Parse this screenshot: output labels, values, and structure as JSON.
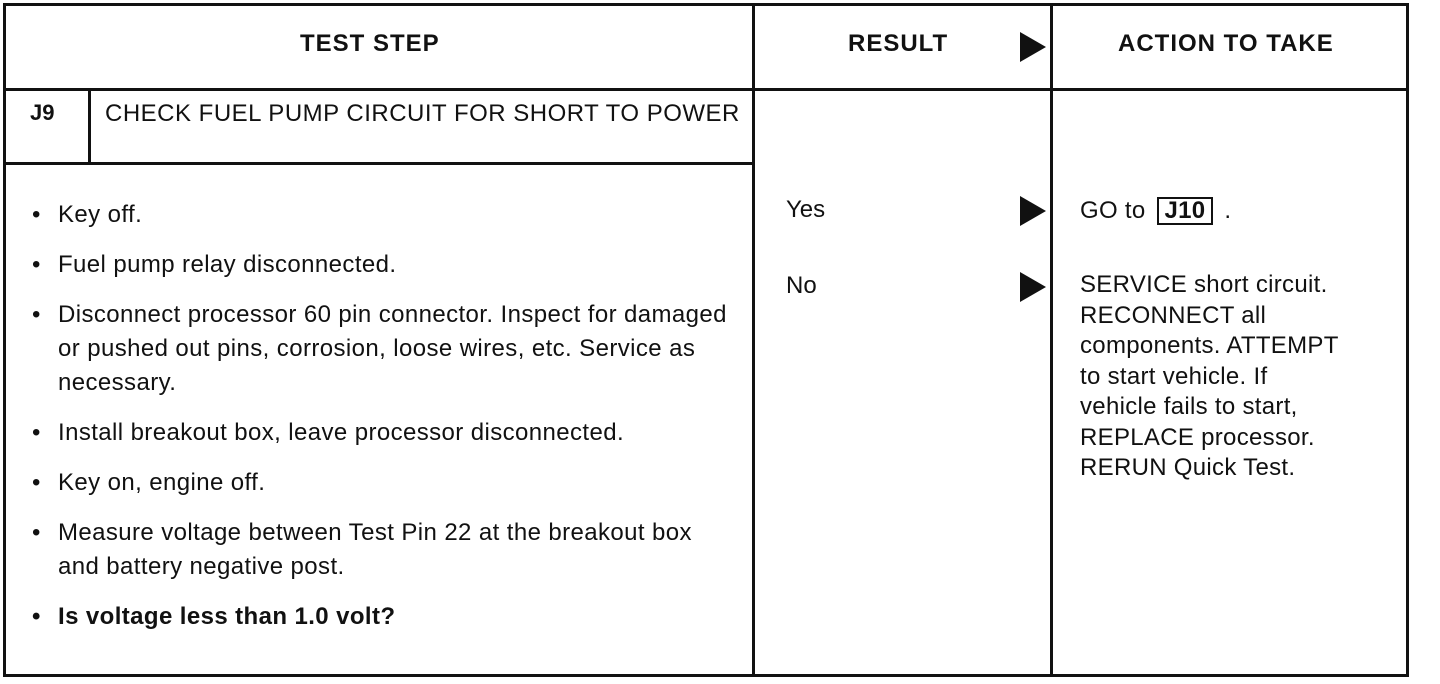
{
  "header": {
    "test_step": "TEST STEP",
    "result": "RESULT",
    "action": "ACTION TO TAKE"
  },
  "step": {
    "id": "J9",
    "title": "CHECK FUEL PUMP CIRCUIT FOR SHORT TO POWER",
    "items": [
      {
        "text": "Key off.",
        "bold": false
      },
      {
        "text": "Fuel pump relay disconnected.",
        "bold": false
      },
      {
        "text": "Disconnect processor 60 pin connector. Inspect for damaged or pushed out pins, corrosion, loose wires, etc. Service as necessary.",
        "bold": false
      },
      {
        "text": "Install breakout box, leave processor disconnected.",
        "bold": false
      },
      {
        "text": "Key on, engine off.",
        "bold": false
      },
      {
        "text": "Measure voltage between Test Pin 22 at the breakout box and battery negative post.",
        "bold": false
      },
      {
        "text": "Is voltage less than 1.0 volt?",
        "bold": true
      }
    ],
    "bullet": "•"
  },
  "results": {
    "yes": "Yes",
    "no": "No"
  },
  "actions": {
    "yes_prefix": "GO to",
    "yes_ref": "J10",
    "yes_suffix": ".",
    "no_lines": [
      "SERVICE short circuit.",
      "RECONNECT all",
      "components. ATTEMPT",
      "to start vehicle. If",
      "vehicle fails to start,",
      "REPLACE processor.",
      "RERUN Quick Test."
    ]
  }
}
